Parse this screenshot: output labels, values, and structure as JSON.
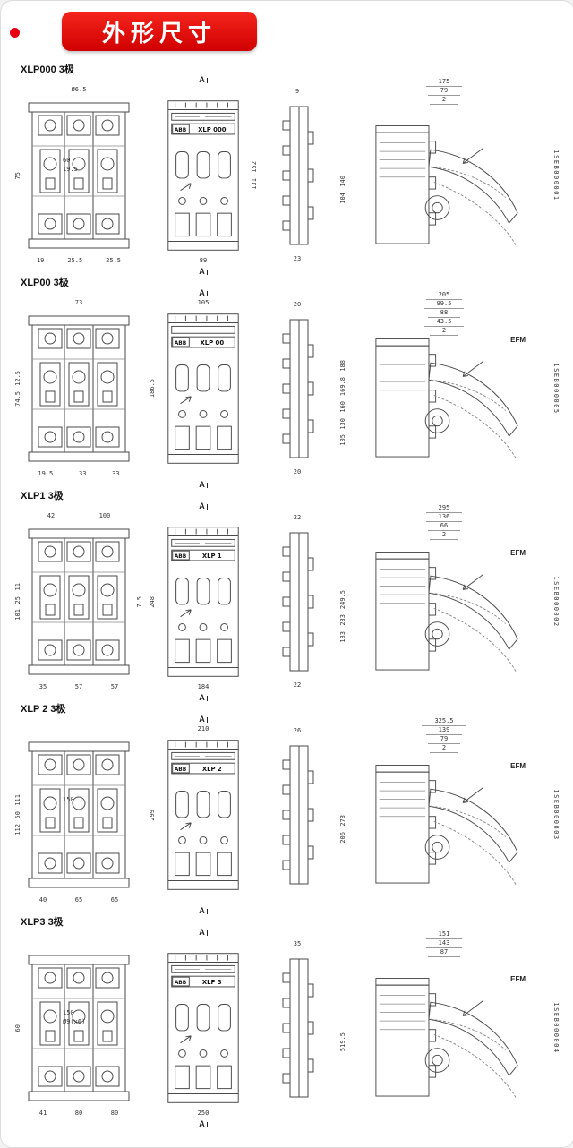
{
  "header": {
    "title": "外形尺寸",
    "banner_color": "#e60012"
  },
  "brand": "ABB",
  "sections": [
    {
      "label": "XLP000  3极",
      "model": "XLP 000",
      "code": "1SEB000001",
      "efm": "",
      "front": {
        "top": [
          "Ø6.5"
        ],
        "left": [
          "75"
        ],
        "right": [],
        "mid": [
          "60",
          "19.5"
        ],
        "bottom": [
          "19",
          "25.5",
          "25.5"
        ]
      },
      "panel": {
        "marker": "A",
        "top": [],
        "left": [],
        "right": [
          "152",
          "131"
        ],
        "bottom": [
          "89"
        ]
      },
      "side": {
        "top": [
          "9"
        ],
        "bottom": [
          "23"
        ]
      },
      "iso": {
        "top": [
          "175",
          "79",
          "2"
        ],
        "left": [
          "140",
          "104"
        ]
      }
    },
    {
      "label": "XLP00  3极",
      "model": "XLP 00",
      "code": "1SEB000005",
      "efm": "EFM",
      "front": {
        "top": [
          "73"
        ],
        "left": [
          "12.5",
          "74.5"
        ],
        "right": [],
        "mid": [],
        "bottom": [
          "19.5",
          "33",
          "33"
        ]
      },
      "panel": {
        "marker": "A",
        "top": [
          "105"
        ],
        "left": [
          "186.5"
        ],
        "right": [],
        "bottom": []
      },
      "side": {
        "top": [
          "20"
        ],
        "bottom": [
          "20"
        ]
      },
      "iso": {
        "top": [
          "205",
          "99.5",
          "88",
          "43.5",
          "2"
        ],
        "left": [
          "188",
          "169.8",
          "160",
          "130",
          "105"
        ]
      }
    },
    {
      "label": "XLP1  3极",
      "model": "XLP 1",
      "code": "1SEB000002",
      "efm": "EFM",
      "front": {
        "top": [
          "42",
          "100"
        ],
        "left": [
          "11",
          "25",
          "101"
        ],
        "right": [
          "7.5"
        ],
        "mid": [],
        "bottom": [
          "35",
          "57",
          "57"
        ]
      },
      "panel": {
        "marker": "A",
        "top": [],
        "left": [
          "248"
        ],
        "right": [],
        "bottom": [
          "184"
        ]
      },
      "side": {
        "top": [
          "22"
        ],
        "bottom": [
          "22"
        ]
      },
      "iso": {
        "top": [
          "295",
          "136",
          "66",
          "2"
        ],
        "left": [
          "249.5",
          "233",
          "183"
        ]
      }
    },
    {
      "label": "XLP 2  3极",
      "model": "XLP 2",
      "code": "1SEB000003",
      "efm": "EFM",
      "front": {
        "top": [],
        "left": [
          "111",
          "50",
          "112"
        ],
        "right": [],
        "mid": [
          "150"
        ],
        "bottom": [
          "40",
          "65",
          "65"
        ]
      },
      "panel": {
        "marker": "A",
        "top": [
          "210"
        ],
        "left": [
          "299"
        ],
        "right": [],
        "bottom": []
      },
      "side": {
        "top": [
          "26"
        ],
        "bottom": []
      },
      "iso": {
        "top": [
          "325.5",
          "139",
          "79",
          "2"
        ],
        "left": [
          "273",
          "206"
        ]
      }
    },
    {
      "label": "XLP3  3极",
      "model": "XLP 3",
      "code": "1SEB000004",
      "efm": "EFM",
      "front": {
        "top": [],
        "left": [
          "60"
        ],
        "right": [],
        "mid": [
          "150",
          "Ø9(x6)"
        ],
        "bottom": [
          "41",
          "80",
          "80"
        ]
      },
      "panel": {
        "marker": "A",
        "top": [],
        "left": [],
        "right": [],
        "bottom": [
          "250"
        ]
      },
      "side": {
        "top": [
          "35"
        ],
        "bottom": []
      },
      "iso": {
        "top": [
          "151",
          "143",
          "87"
        ],
        "left": [
          "519.5"
        ]
      }
    }
  ]
}
